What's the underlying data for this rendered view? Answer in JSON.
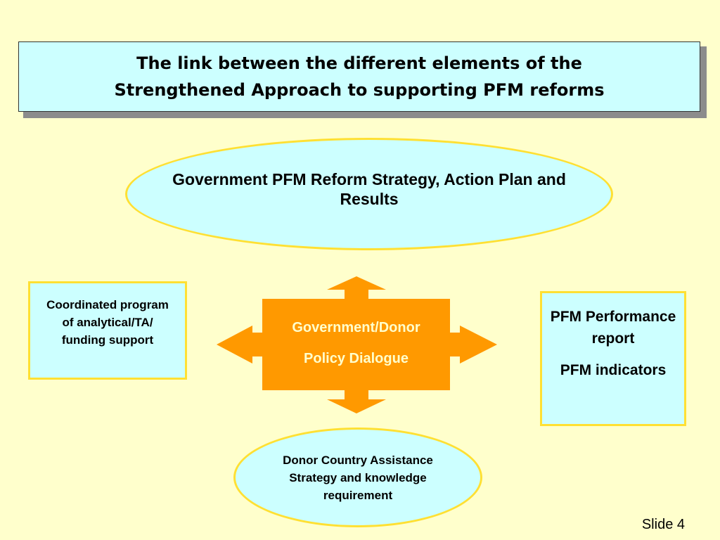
{
  "title": {
    "line1": "The link between the different elements of the",
    "line2": "Strengthened Approach to supporting PFM reforms"
  },
  "top_ellipse": {
    "text": "Government PFM Reform Strategy, Action Plan and Results"
  },
  "center": {
    "line1": "Government/Donor",
    "line2": "Policy Dialogue"
  },
  "left_box": {
    "text": "Coordinated program of analytical/TA/ funding support"
  },
  "right_box": {
    "line1": "PFM Performance report",
    "line2": "PFM indicators"
  },
  "bottom_ellipse": {
    "text": "Donor Country Assistance Strategy and knowledge requirement"
  },
  "footer": {
    "slide_number": "Slide 4"
  },
  "colors": {
    "background": "#FFFFCC",
    "box_fill": "#CCFFFF",
    "box_border": "#FFE033",
    "arrow_fill": "#FF9900",
    "title_shadow": "#8C8C8C"
  }
}
